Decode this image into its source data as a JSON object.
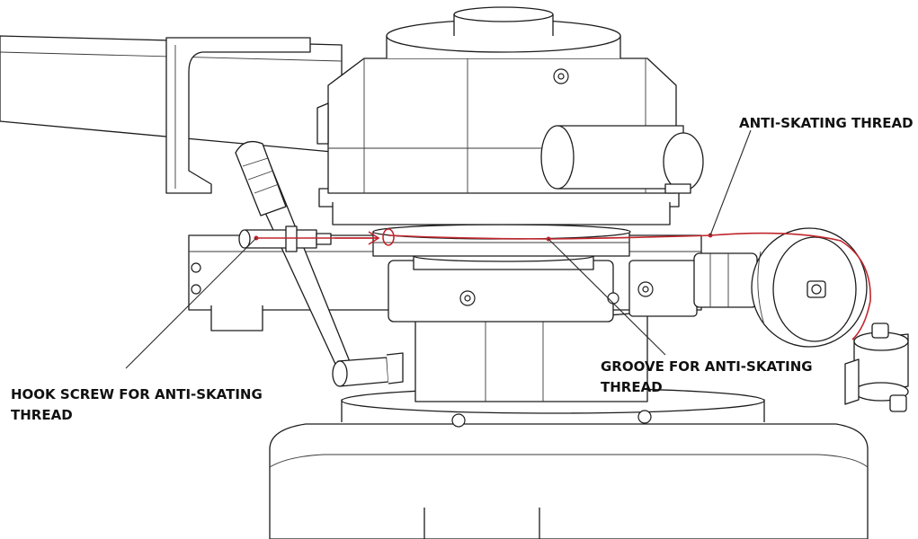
{
  "labels": {
    "anti_skating_thread": "ANTI-SKATING THREAD",
    "groove_line1": "GROOVE FOR ANTI-SKATING",
    "groove_line2": "THREAD",
    "hook_line1": "HOOK SCREW FOR ANTI-SKATING",
    "hook_line2": "THREAD"
  },
  "colors": {
    "thread": "#c0262d",
    "line": "#1c1c1c",
    "background": "#ffffff"
  }
}
